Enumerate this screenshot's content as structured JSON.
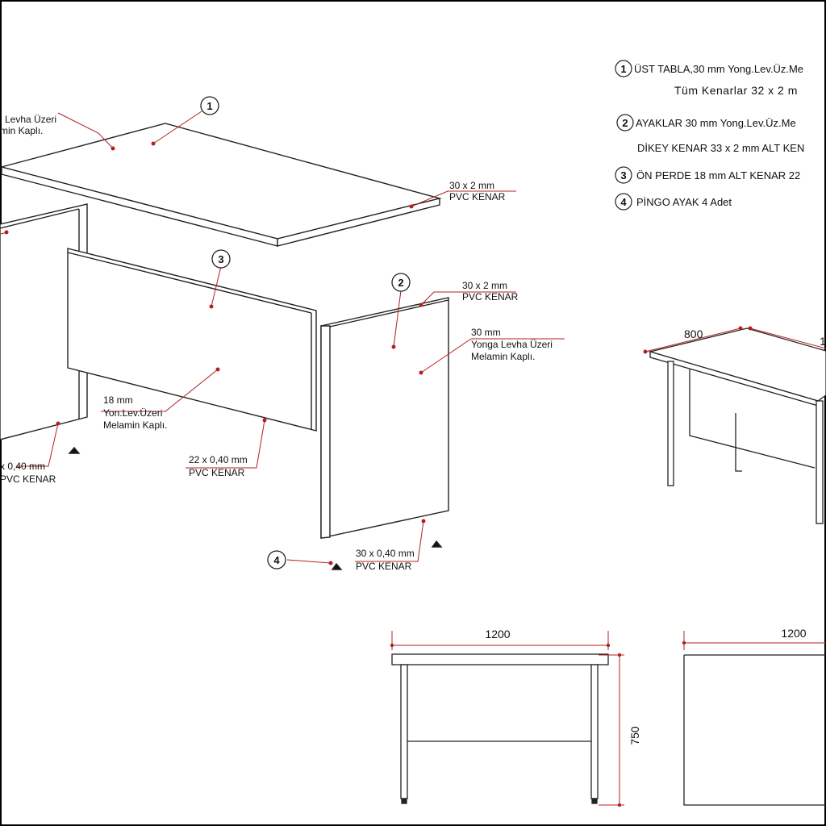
{
  "parts": {
    "top": {
      "number": "1"
    },
    "modesty": {
      "number": "3"
    },
    "leg": {
      "number": "2"
    },
    "feet": {
      "number": "4"
    }
  },
  "callouts": {
    "top_material": "Levha Üzeri",
    "top_material_2": "min Kaplı.",
    "top_edge": [
      "30 x 2 mm",
      "PVC KENAR"
    ],
    "leg_top_edge": [
      "30 x 2 mm",
      "PVC KENAR"
    ],
    "leg_material": [
      "30 mm",
      "Yonga Levha Üzeri",
      "Melamin Kaplı."
    ],
    "modesty_material": [
      "18 mm",
      "Yon.Lev.Üzeri",
      "Melamin Kaplı."
    ],
    "modesty_edge": [
      "22 x 0,40 mm",
      "PVC KENAR"
    ],
    "left_edge": [
      "x 0,40 mm",
      "PVC KENAR"
    ],
    "leg_bottom_edge": [
      "30 x 0,40 mm",
      "PVC KENAR"
    ]
  },
  "legend": [
    {
      "num": "1",
      "text": "ÜST TABLA,30 mm Yong.Lev.Üz.Me"
    },
    {
      "num": "",
      "text": "Tüm Kenarlar  32 x 2 m"
    },
    {
      "num": "2",
      "text": "AYAKLAR 30 mm  Yong.Lev.Üz.Me"
    },
    {
      "num": "",
      "text": "DİKEY KENAR 33 x 2 mm ALT KEN"
    },
    {
      "num": "3",
      "text": "ÖN PERDE 18 mm  ALT KENAR 22"
    },
    {
      "num": "4",
      "text": "PİNGO AYAK 4 Adet"
    }
  ],
  "dimensions": {
    "iso_depth": "800",
    "iso_width_partial": "1",
    "front_width": "1200",
    "front_height": "750",
    "side_width": "1200"
  }
}
